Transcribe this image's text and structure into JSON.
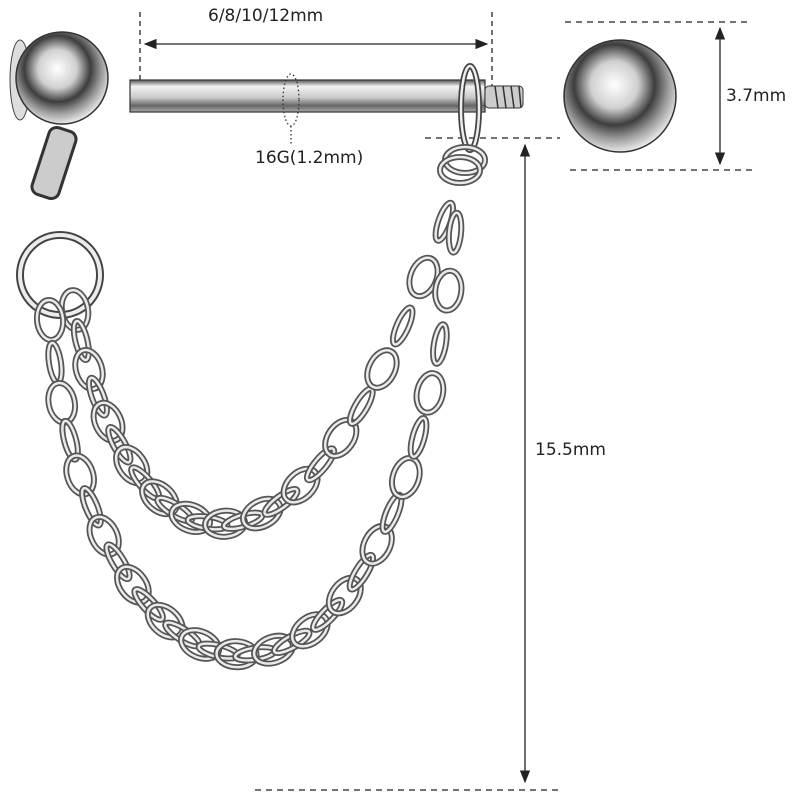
{
  "dimensions": {
    "bar_length": "6/8/10/12mm",
    "gauge": "16G(1.2mm)",
    "ball_diameter": "3.7mm",
    "chain_drop": "15.5mm"
  },
  "colors": {
    "metal_light": "#f4f4f4",
    "metal_mid": "#b9b9b9",
    "metal_dark": "#3a3a3a",
    "dimension_line": "#222222"
  }
}
